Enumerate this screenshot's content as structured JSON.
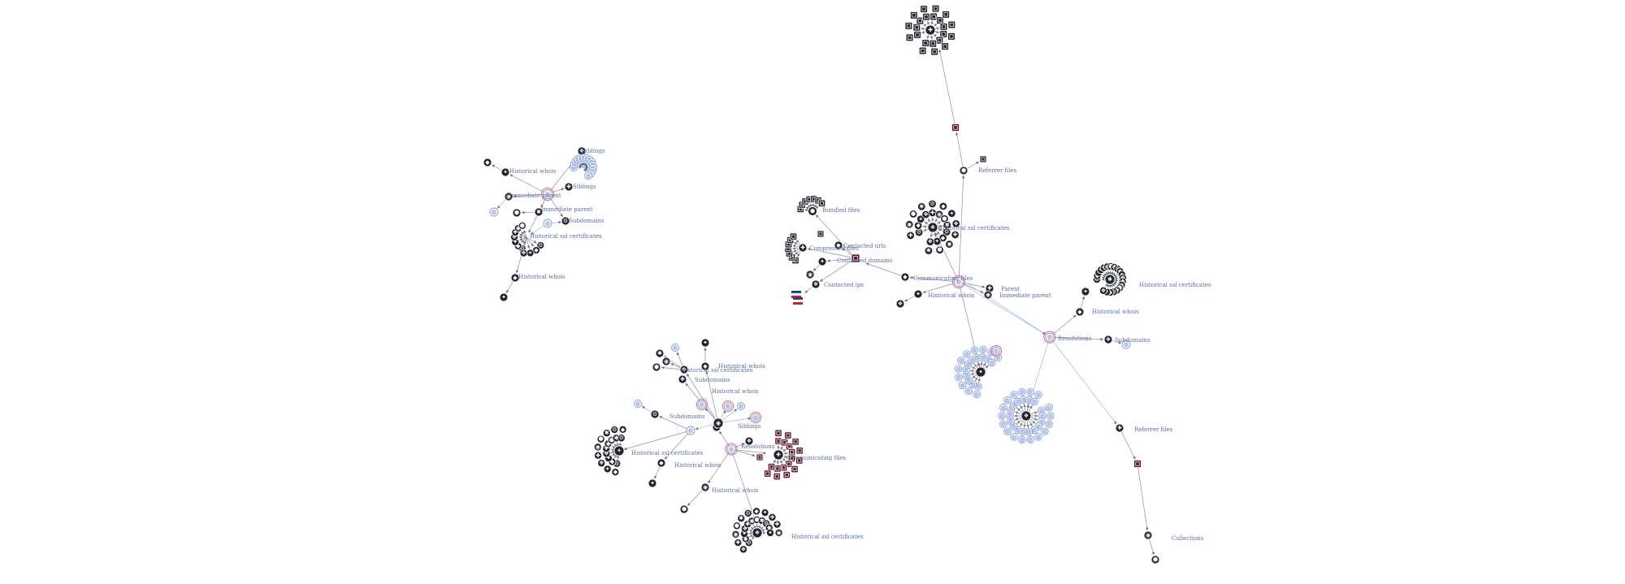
{
  "colors": {
    "dark_node": "#23242e",
    "blue_node_fill": "#ffffff",
    "blue_node_stroke": "#7f9be0",
    "red_ring": "#e86c7c",
    "maroon_node": "#5a1e2a",
    "edge": "#8c8f98",
    "edge_blue": "#9cb6ea",
    "label": "#5a6f9e"
  },
  "graph": {
    "labels": {
      "l1": "Siblings",
      "l2": "Historical whois",
      "l3": "Siblings",
      "l4": "Immediate parent",
      "l5": "Immediate parent",
      "l6": "Subdomains",
      "l7": "Historical ssl certificates",
      "l8": "Historical whois",
      "l9": "Bundled files",
      "l10": "Contacted urls",
      "l11": "Compressed files",
      "l12": "Contacted domains",
      "l13": "Contacted ips",
      "l14": "Communicating files",
      "l15": "Historical whois",
      "l16": "Parent",
      "l17": "Immediate parent",
      "l18": "Historical ssl certificates",
      "l19": "Referrer files",
      "l20": "Historical ssl certificates",
      "l21": "Historical whois",
      "l22": "Resolutions",
      "l23": "Subdomains",
      "l24": "Referrer files",
      "l25": "Collections",
      "l26": "Historical whois",
      "l27": "Historical ssl certificates",
      "l28": "Subdomains",
      "l29": "Subdomains",
      "l30": "Historical ssl certificates",
      "l31": "Historical whois",
      "l32": "Communicating files",
      "l33": "Historical whois",
      "l34": "Historical ssl certificates",
      "l35": "Siblings",
      "l36": "Resolutions",
      "l37": "Historical whois"
    }
  }
}
